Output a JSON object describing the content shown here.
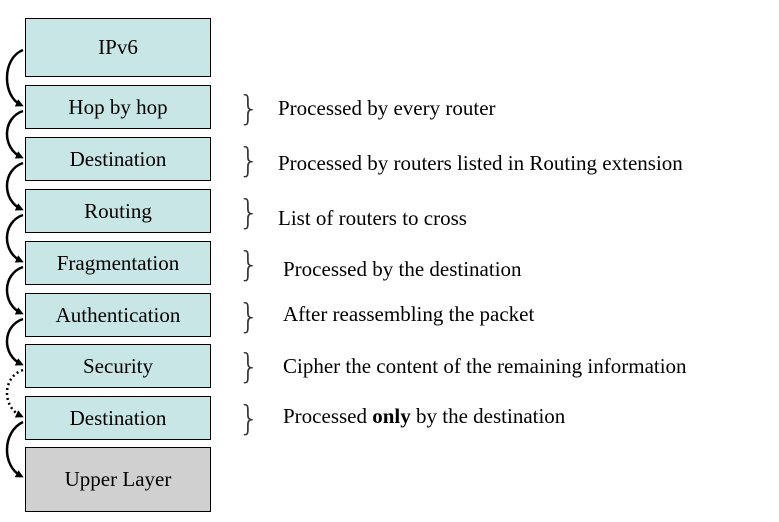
{
  "headers": [
    {
      "label": "IPv6",
      "kind": "ext"
    },
    {
      "label": "Hop by hop",
      "kind": "ext"
    },
    {
      "label": "Destination",
      "kind": "ext"
    },
    {
      "label": "Routing",
      "kind": "ext"
    },
    {
      "label": "Fragmentation",
      "kind": "ext"
    },
    {
      "label": "Authentication",
      "kind": "ext"
    },
    {
      "label": "Security",
      "kind": "ext"
    },
    {
      "label": "Destination",
      "kind": "ext"
    },
    {
      "label": "Upper Layer",
      "kind": "upper"
    }
  ],
  "descriptions": [
    {
      "pre": "Processed by every router",
      "bold": "",
      "post": ""
    },
    {
      "pre": "Processed by routers listed in Routing extension",
      "bold": "",
      "post": ""
    },
    {
      "pre": "List of routers to cross",
      "bold": "",
      "post": ""
    },
    {
      "pre": "Processed by the destination",
      "bold": "",
      "post": ""
    },
    {
      "pre": "After reassembling the packet",
      "bold": "",
      "post": ""
    },
    {
      "pre": "Cipher the content of the remaining information",
      "bold": "",
      "post": ""
    },
    {
      "pre": "Processed ",
      "bold": "only",
      "post": " by the destination"
    }
  ],
  "colors": {
    "header_fill": "#c8e6e6",
    "upper_fill": "#d0d0d0"
  }
}
